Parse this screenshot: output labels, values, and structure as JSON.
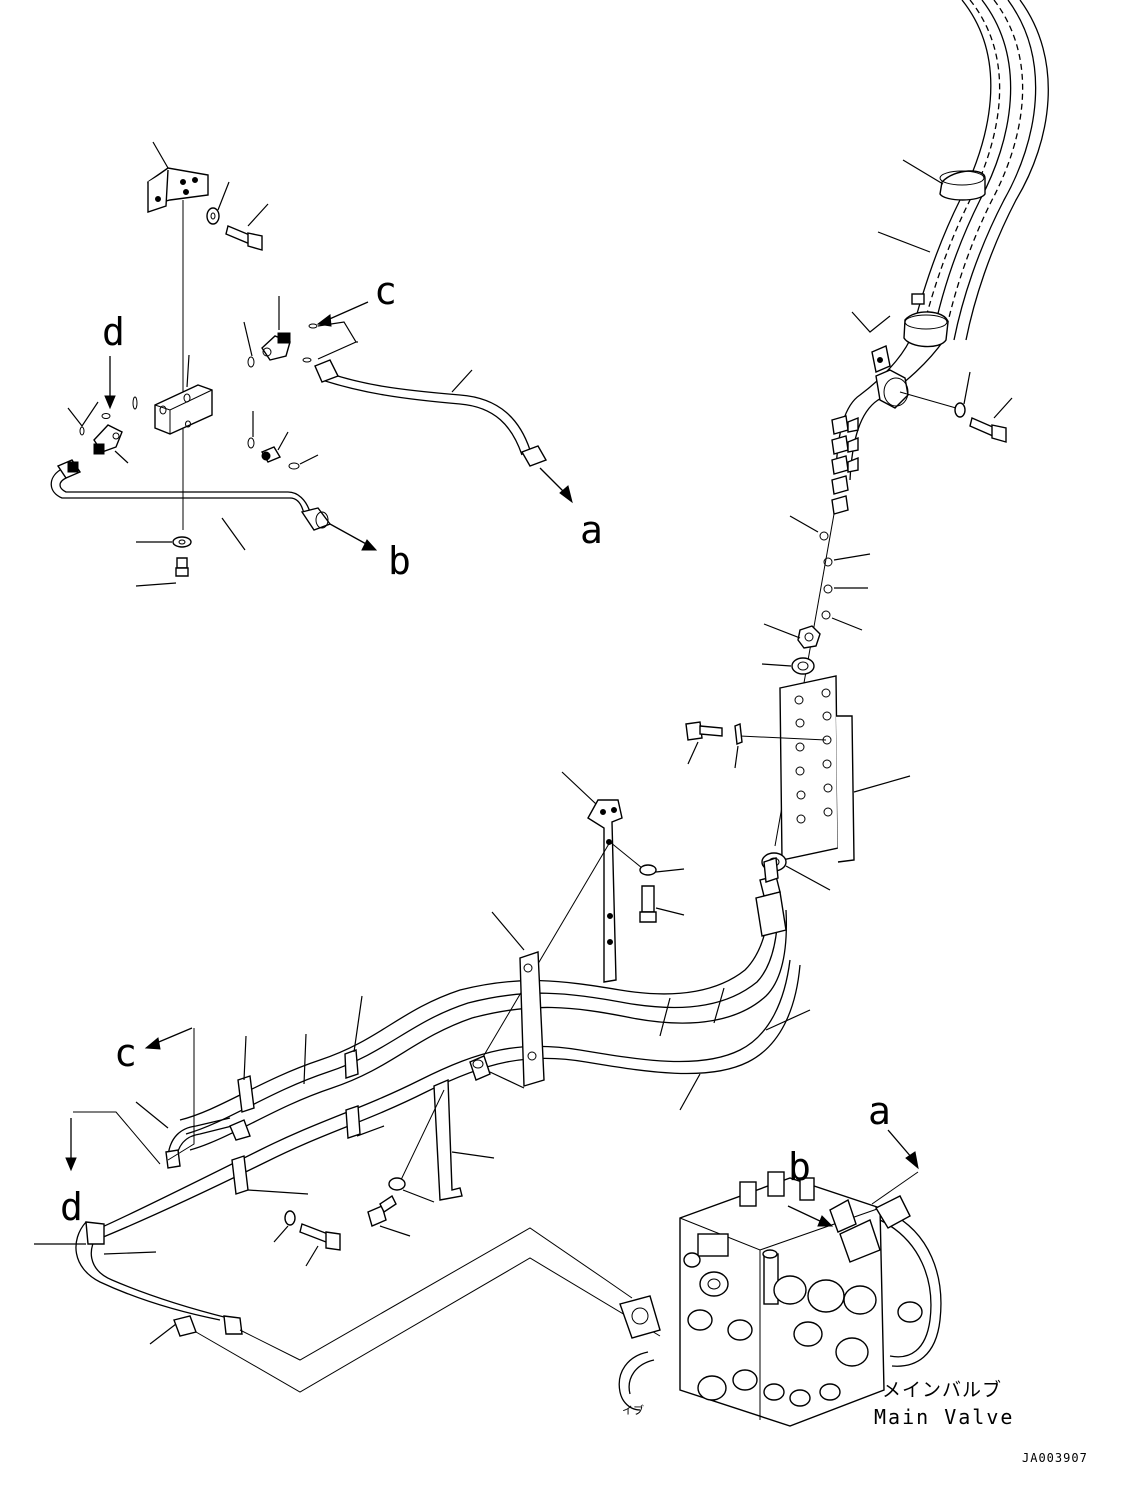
{
  "callouts": {
    "a_top": "a",
    "b_top": "b",
    "c_top": "c",
    "d_top": "d",
    "c_bottom": "c",
    "d_bottom": "d",
    "a_valve": "a",
    "b_valve": "b"
  },
  "valve_label": {
    "japanese": "メインバルブ",
    "english": "Main Valve"
  },
  "drawing_code": "JA003907"
}
